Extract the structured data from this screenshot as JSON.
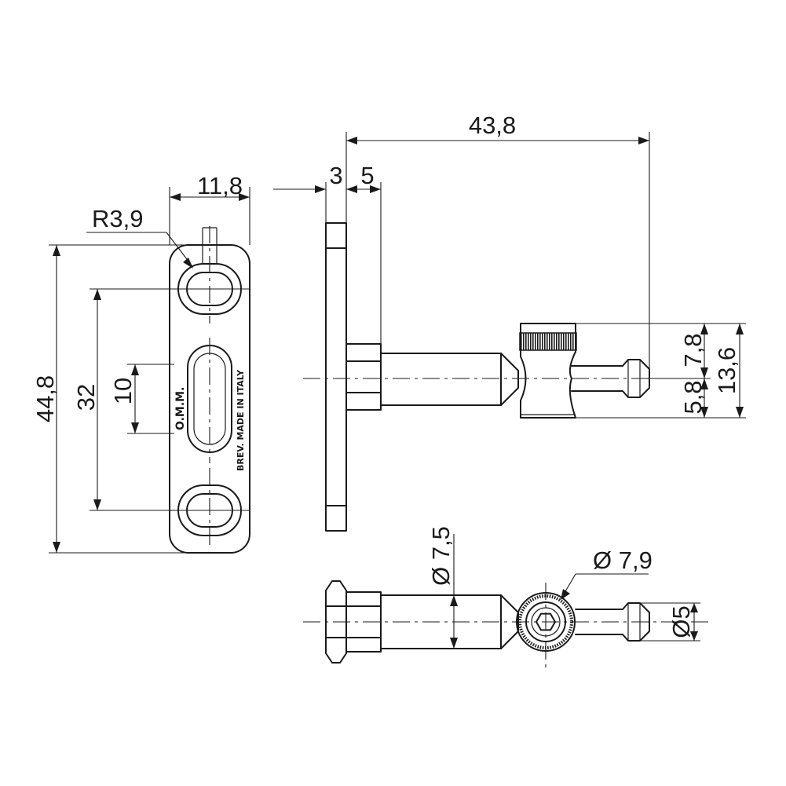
{
  "dimensions": {
    "width_plate": "11,8",
    "radius_slot": "R3,9",
    "height_plate": "44,8",
    "slot_spacing": "32",
    "center_slot": "10",
    "plate_thickness": "3",
    "boss_length": "5",
    "overall_length": "43,8",
    "upper_offset": "7,8",
    "lower_offset": "5,8",
    "head_height": "13,6",
    "pin_diameter": "Ø 7,5",
    "head_diameter": "Ø 7,9",
    "tip_diameter": "Ø5"
  },
  "markings": {
    "brand": "O.M.M.",
    "origin": "BREV. MADE IN ITALY"
  }
}
